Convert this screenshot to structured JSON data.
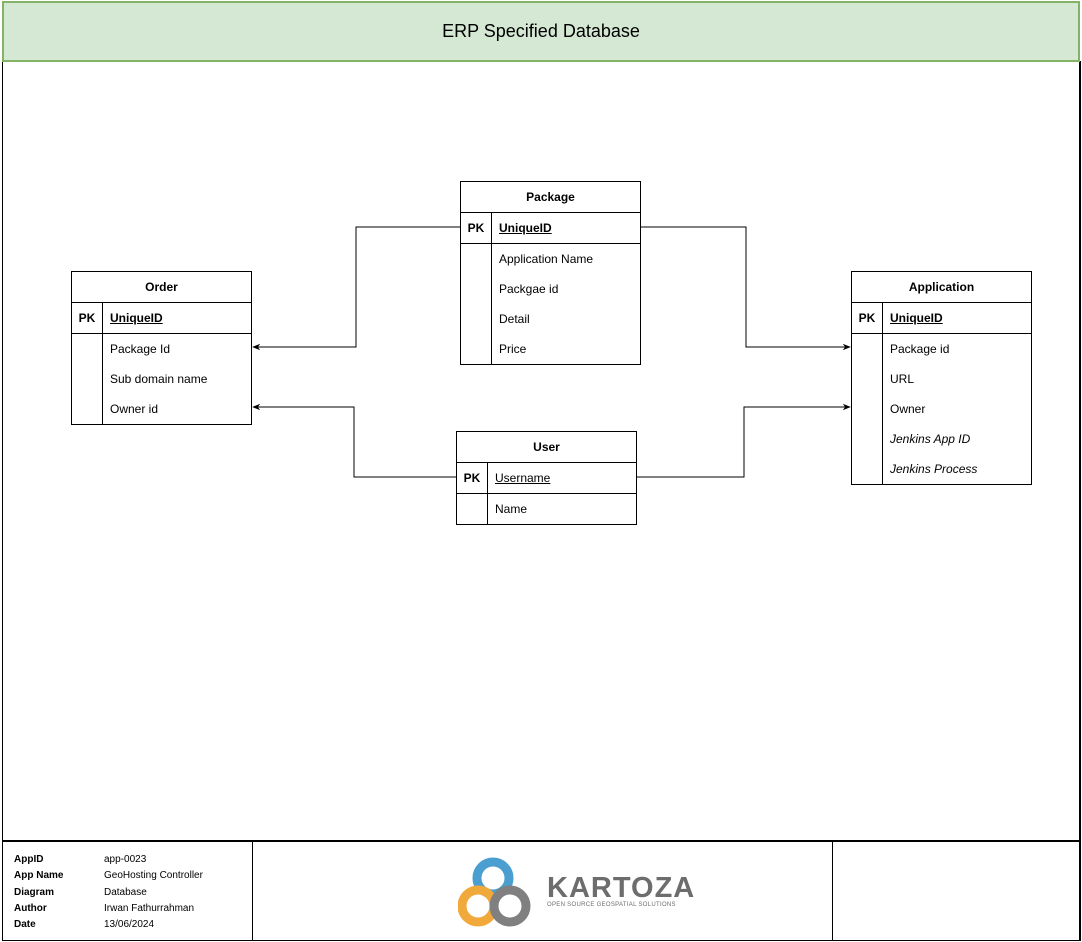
{
  "header": {
    "title": "ERP Specified Database"
  },
  "entities": {
    "package": {
      "name": "Package",
      "pk_label": "PK",
      "pk": "UniqueID",
      "fields": [
        "Application Name",
        "Packgae id",
        "Detail",
        "Price"
      ]
    },
    "order": {
      "name": "Order",
      "pk_label": "PK",
      "pk": "UniqueID",
      "fields": [
        "Package Id",
        "Sub domain name",
        "Owner id"
      ]
    },
    "application": {
      "name": "Application",
      "pk_label": "PK",
      "pk": "UniqueID",
      "fields": [
        "Package id",
        "URL",
        "Owner",
        "Jenkins App ID",
        "Jenkins Process"
      ]
    },
    "user": {
      "name": "User",
      "pk_label": "PK",
      "pk": "Username",
      "fields": [
        "Name"
      ]
    }
  },
  "footer": {
    "rows": [
      {
        "key": "AppID",
        "value": "app-0023"
      },
      {
        "key": "App Name",
        "value": "GeoHosting Controller"
      },
      {
        "key": "Diagram",
        "value": "Database"
      },
      {
        "key": "Author",
        "value": "Irwan Fathurrahman"
      },
      {
        "key": "Date",
        "value": "13/06/2024"
      }
    ],
    "logo": {
      "name": "KARTOZA",
      "tagline": "OPEN SOURCE GEOSPATIAL SOLUTIONS"
    }
  },
  "colors": {
    "header_fill": "#d5e8d4",
    "header_border": "#82b366",
    "logo_blue": "#4a9fd0",
    "logo_orange": "#f2a93b",
    "logo_gray": "#808080"
  }
}
